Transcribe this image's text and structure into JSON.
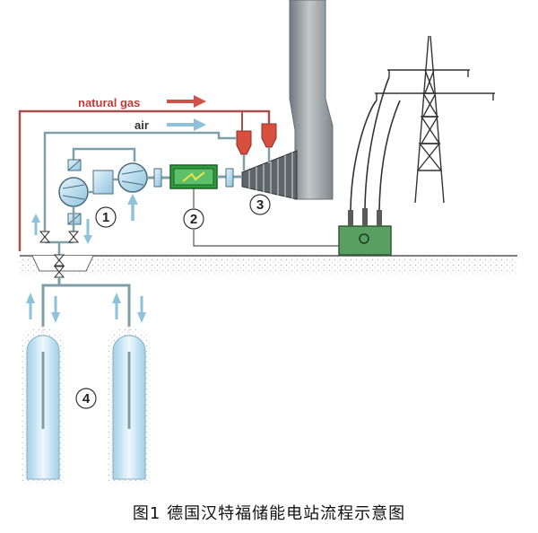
{
  "labels": {
    "natural_gas": "natural gas",
    "air": "air"
  },
  "numbers": {
    "compressor_train": "1",
    "motor_generator": "2",
    "gas_turbine": "3",
    "caverns": "4"
  },
  "caption": "图1  德国汉特福储能电站流程示意图",
  "colors": {
    "natural_gas_arrow": "#d0524a",
    "air_arrow": "#8ec2d8",
    "pipe": "#7f9fa8",
    "equipment": "#a8cfe6",
    "motor": "#2f9a3c",
    "transformer": "#5a9f62",
    "chimney": "#9aa0a3",
    "combustor": "#d8503d",
    "cavern": "#bfe0ef",
    "ground": "#d9d9d9"
  },
  "icons": {
    "valve": "valve-icon",
    "pylon": "transmission-tower-icon"
  }
}
